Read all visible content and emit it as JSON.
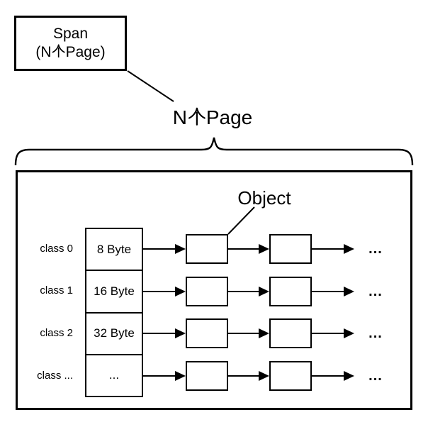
{
  "colors": {
    "stroke": "#000000",
    "background": "#ffffff"
  },
  "span_box": {
    "title": "Span",
    "subtitle_full": "(N个Page)",
    "subtitle_prefix": "(N",
    "subtitle_cjk": "个",
    "subtitle_suffix": "Page)"
  },
  "page_count_label": {
    "full": "N个Page",
    "prefix": "N",
    "cjk": "个",
    "suffix": "Page"
  },
  "object_label": "Object",
  "size_class_table": {
    "rows": [
      {
        "class_label": "class 0",
        "size_label": "8 Byte",
        "tail_ellipsis": "..."
      },
      {
        "class_label": "class 1",
        "size_label": "16 Byte",
        "tail_ellipsis": "..."
      },
      {
        "class_label": "class 2",
        "size_label": "32 Byte",
        "tail_ellipsis": "..."
      },
      {
        "class_label": "class ...",
        "size_label": "...",
        "tail_ellipsis": "..."
      }
    ]
  }
}
